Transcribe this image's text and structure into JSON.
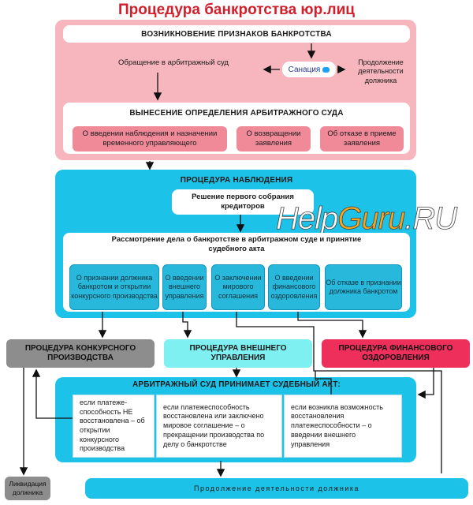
{
  "title": "Процедура банкротства юр.лиц",
  "watermark": {
    "part1": "Help",
    "part2": "Guru",
    "part3": ".RU"
  },
  "colors": {
    "title": "#d21f2b",
    "pink_panel": "#f7b5bd",
    "pink_box": "#f08a99",
    "cyan_panel": "#1dc2e8",
    "grey_box": "#8d8d8d",
    "light_cyan_box": "#7ef0f2",
    "red_box": "#ee2f5b"
  },
  "stage1": {
    "header": "ВОЗНИКНОВЕНИЕ ПРИЗНАКОВ БАНКРОТСТВА",
    "court_appeal": "Обращение в арбитражный суд",
    "sanation": "Санация",
    "continue_activity": "Продолжение деятельности должника"
  },
  "stage2": {
    "header": "ВЫНЕСЕНИЕ ОПРЕДЕЛЕНИЯ АРБИТРАЖНОГО СУДА",
    "options": [
      "О введении наблюдения и назначении временного управляющего",
      "О возвращении заявления",
      "Об отказе в приеме заявления"
    ]
  },
  "observation": {
    "header": "ПРОЦЕДУРА НАБЛЮДЕНИЯ",
    "first_meeting": "Решение первого собрания кредиторов",
    "court_review": "Рассмотрение дела о банкротстве в арбитражном суде  и принятие судебного акта",
    "decisions": [
      "О признании должника банкротом и открытии конкурсного производства",
      "О введении внешнего управления",
      "О заключении мирового соглашения",
      "О введении финансового оздоровления",
      "Об отказе в признании должника банкротом"
    ]
  },
  "procedures": {
    "competition": "ПРОЦЕДУРА КОНКУРСНОГО ПРОИЗВОДСТВА",
    "external": "ПРОЦЕДУРА ВНЕШНЕГО УПРАВЛЕНИЯ",
    "financial": "ПРОЦЕДУРА ФИНАНСОВОГО ОЗДОРОВЛЕНИЯ"
  },
  "court_act": {
    "header": "АРБИТРАЖНЫЙ СУД ПРИНИМАЕТ СУДЕБНЫЙ АКТ:",
    "outcomes": [
      "если платеже-способность НЕ восстановлена – об открытии конкурсного производства",
      "если платежеспособность восстановлена или заключено мировое соглашение – о прекращении производства по делу о банкротстве",
      "если возникла возможность восстановления платежеспособности – о введении внешнего управления"
    ]
  },
  "liquidation": "Ликвидация должника",
  "continuation": "Продолжение деятельности должника"
}
